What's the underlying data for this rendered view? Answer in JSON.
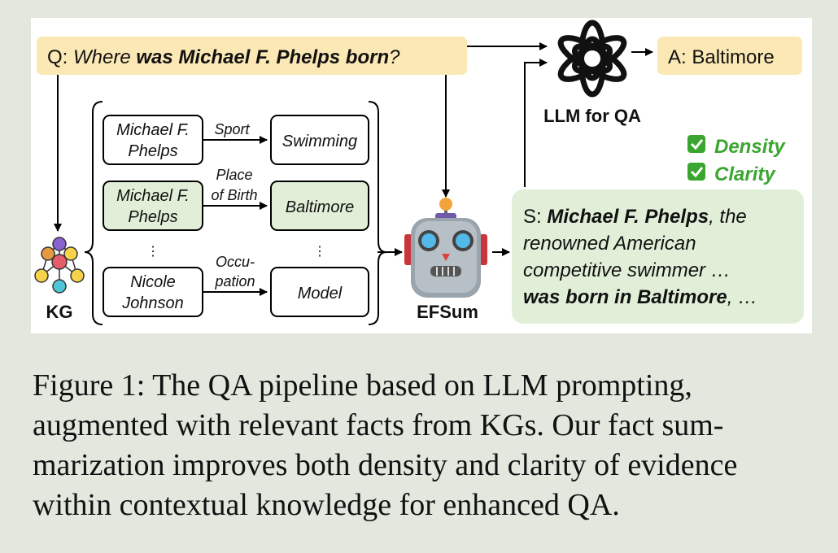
{
  "question": {
    "prefix": "Q: ",
    "part1": "Where ",
    "part2": "was Michael F. Phelps born",
    "part3": "?"
  },
  "answer": {
    "text": "A: Baltimore"
  },
  "llm": {
    "label": "LLM for QA",
    "icon": "openai-logo-icon"
  },
  "kg": {
    "label": "KG",
    "icon": "knowledge-graph-icon"
  },
  "efsum": {
    "label": "EFSum",
    "icon": "robot-icon"
  },
  "triples": [
    {
      "subject_line1": "Michael F.",
      "subject_line2": "Phelps",
      "relation_line1": "Sport",
      "relation_line2": "",
      "object": "Swimming",
      "highlight": false
    },
    {
      "subject_line1": "Michael F.",
      "subject_line2": "Phelps",
      "relation_line1": "Place",
      "relation_line2": "of Birth",
      "object": "Baltimore",
      "highlight": true
    },
    {
      "subject_line1": "Nicole",
      "subject_line2": "Johnson",
      "relation_line1": "Occu-",
      "relation_line2": "pation",
      "object": "Model",
      "highlight": false
    }
  ],
  "ellipsis": "⋮",
  "criteria": [
    {
      "check": "✅",
      "label": "Density"
    },
    {
      "check": "✅",
      "label": "Clarity"
    }
  ],
  "summary": {
    "prefix": "S: ",
    "name": "Michael F. Phelps",
    "line1_rest": ", the",
    "line2": "renowned American",
    "line3": "competitive swimmer …",
    "line4_bold": "was born in Baltimore",
    "line4_rest": ", …"
  },
  "caption": {
    "line1": "Figure 1: The QA pipeline based on LLM prompting,",
    "line2": "augmented with relevant facts from KGs. Our fact sum-",
    "line3": "marization improves both density and clarity of evidence",
    "line4": "within contextual knowledge for enhanced QA."
  },
  "colors": {
    "yellow_box": "#fbe8b5",
    "green_box": "#e1efd8",
    "green_text": "#3aa630",
    "arrow": "#000000"
  }
}
